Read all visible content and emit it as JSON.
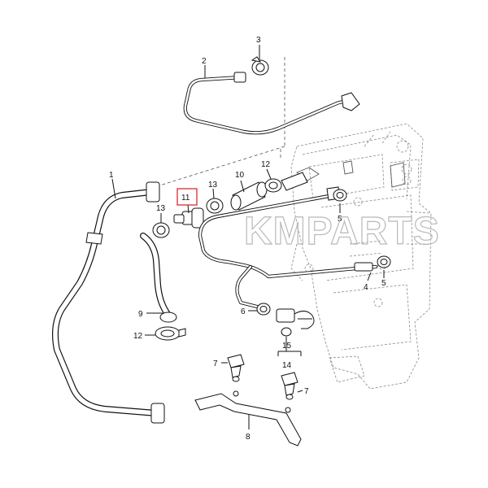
{
  "watermark": "KMPARTS",
  "callouts": [
    {
      "id": "c1",
      "text": "1"
    },
    {
      "id": "c2",
      "text": "2"
    },
    {
      "id": "c3",
      "text": "3"
    },
    {
      "id": "c4",
      "text": "4"
    },
    {
      "id": "c5a",
      "text": "5"
    },
    {
      "id": "c5b",
      "text": "5"
    },
    {
      "id": "c6",
      "text": "6"
    },
    {
      "id": "c7a",
      "text": "7"
    },
    {
      "id": "c7b",
      "text": "7"
    },
    {
      "id": "c8",
      "text": "8"
    },
    {
      "id": "c9",
      "text": "9"
    },
    {
      "id": "c10",
      "text": "10"
    },
    {
      "id": "c11",
      "text": "11"
    },
    {
      "id": "c12a",
      "text": "12"
    },
    {
      "id": "c12b",
      "text": "12"
    },
    {
      "id": "c13a",
      "text": "13"
    },
    {
      "id": "c13b",
      "text": "13"
    },
    {
      "id": "c14",
      "text": "14"
    },
    {
      "id": "c15",
      "text": "15"
    }
  ],
  "highlight": {
    "callout": "11",
    "color": "#e0282e"
  },
  "colors": {
    "line": "#111111",
    "engine": "#8a8a8a",
    "watermark": "#b9b9b9"
  }
}
